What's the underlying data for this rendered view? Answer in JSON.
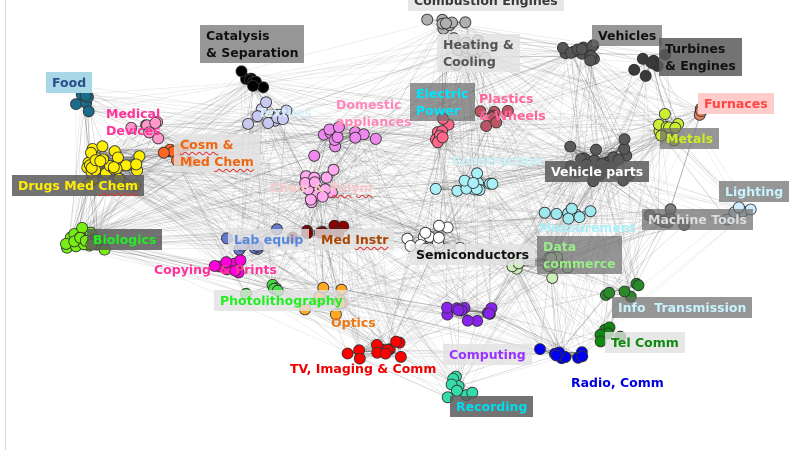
{
  "title": "Technology network clusters",
  "colors": {
    "edge": "#555555",
    "node_stroke": "#333333"
  },
  "clusters": [
    {
      "id": "combustion",
      "label": "Combustion Engines",
      "text_color": "#3a3a3a",
      "box": "light",
      "node_color": "#b0b0b0",
      "count": 8
    },
    {
      "id": "catalysis",
      "label": "Catalysis\n& Separation",
      "text_color": "#111111",
      "box": "mid",
      "node_color": "#000000",
      "count": 9
    },
    {
      "id": "heating",
      "label": "Heating &\nCooling",
      "text_color": "#555555",
      "box": "light",
      "node_color": "#bdbdbd",
      "count": 10
    },
    {
      "id": "vehicles",
      "label": "Vehicles",
      "text_color": "#111111",
      "box": "mid",
      "node_color": "#555555",
      "count": 14
    },
    {
      "id": "turbines",
      "label": "Turbines\n& Engines",
      "text_color": "#111111",
      "box": "dark",
      "node_color": "#3a3a3a",
      "count": 8
    },
    {
      "id": "food",
      "label": "Food",
      "text_color": "#2a4e8a",
      "box": "food",
      "node_color": "#1b6c8a",
      "count": 7
    },
    {
      "id": "medical_devices",
      "label": "Medical\nDevices",
      "text_color": "#ff3399",
      "box": "none",
      "node_color": "#ff99cc",
      "count": 7
    },
    {
      "id": "textiles",
      "label": "Textiles",
      "text_color": "#d8f0f8",
      "box": "none",
      "node_color": "#c8c8f0",
      "count": 10
    },
    {
      "id": "domestic",
      "label": "Domestic\nappliances",
      "text_color": "#ff88bb",
      "box": "none",
      "node_color": "#ee88ee",
      "count": 12
    },
    {
      "id": "electric",
      "label": "Electric\nPower",
      "text_color": "#00e5ff",
      "box": "mid",
      "node_color": "#ff6688",
      "count": 8
    },
    {
      "id": "plastics",
      "label": "Plastics\n& Wheels",
      "text_color": "#ff6699",
      "box": "none",
      "node_color": "#bb5566",
      "count": 7
    },
    {
      "id": "furnaces",
      "label": "Furnaces",
      "text_color": "#ff4444",
      "box": "furn",
      "node_color": "#e08060",
      "count": 5
    },
    {
      "id": "metals",
      "label": "Metals",
      "text_color": "#ccee22",
      "box": "mid",
      "node_color": "#ccee33",
      "count": 10
    },
    {
      "id": "cosm",
      "label": "Cosm &\nMed Chem",
      "text_color": "#ee6611",
      "box": "light",
      "node_color": "#ff6622",
      "count": 9,
      "squiggle_words": [
        "Cosm",
        "Chem"
      ]
    },
    {
      "id": "drugs",
      "label": "Drugs Med Chem",
      "text_color": "#ffee00",
      "box": "dark",
      "node_color": "#ffee00",
      "count": 30,
      "squiggle_words": [
        "Chem"
      ]
    },
    {
      "id": "construction",
      "label": "Construction",
      "text_color": "#c8f4f8",
      "box": "none",
      "node_color": "#aaf0f8",
      "count": 12
    },
    {
      "id": "vehicle_parts",
      "label": "Vehicle parts",
      "text_color": "#ffffff",
      "box": "dark",
      "node_color": "#5a5a5a",
      "count": 30
    },
    {
      "id": "chem_polym",
      "label": "Chem & Polym",
      "text_color": "#f8c8c8",
      "box": "none",
      "node_color": "#ffaaee",
      "count": 18,
      "squiggle_words": [
        "Polym"
      ]
    },
    {
      "id": "lighting",
      "label": "Lighting",
      "text_color": "#c8f4ff",
      "box": "mid",
      "node_color": "#d0ecff",
      "count": 5
    },
    {
      "id": "biologics",
      "label": "Biologics",
      "text_color": "#22ee22",
      "box": "dark",
      "node_color": "#77ee11",
      "count": 26
    },
    {
      "id": "measurement",
      "label": "Measurement",
      "text_color": "#aaf0f8",
      "box": "none",
      "node_color": "#a0e8f0",
      "count": 8
    },
    {
      "id": "machine_tools",
      "label": "Machine Tools",
      "text_color": "#dddddd",
      "box": "mid",
      "node_color": "#808080",
      "count": 8
    },
    {
      "id": "lab_equip",
      "label": "Lab equip",
      "text_color": "#5588dd",
      "box": "light",
      "node_color": "#6677cc",
      "count": 8
    },
    {
      "id": "med_instr",
      "label": "Med Instr",
      "text_color": "#aa4400",
      "box": "light",
      "node_color": "#880000",
      "count": 9,
      "squiggle_words": [
        "Instr"
      ]
    },
    {
      "id": "semiconductors",
      "label": "Semiconductors",
      "text_color": "#111111",
      "box": "light",
      "node_color": "#ffffff",
      "count": 14
    },
    {
      "id": "data_commerce",
      "label": "Data\ncommerce",
      "text_color": "#99ee88",
      "box": "mid",
      "node_color": "#ccf0b8",
      "count": 14
    },
    {
      "id": "copying",
      "label": "Copying  & Prints",
      "text_color": "#ff3399",
      "box": "none",
      "node_color": "#ff00dd",
      "count": 8
    },
    {
      "id": "photolithography",
      "label": "Photolithography",
      "text_color": "#22ee22",
      "box": "light",
      "node_color": "#44dd44",
      "count": 5
    },
    {
      "id": "info_transmission",
      "label": "Info  Transmission",
      "text_color": "#c8f4ff",
      "box": "mid",
      "node_color": "#2a8a2a",
      "count": 6
    },
    {
      "id": "optics",
      "label": "Optics",
      "text_color": "#ee7711",
      "box": "none",
      "node_color": "#ffaa22",
      "count": 9
    },
    {
      "id": "tel_comm",
      "label": "Tel Comm",
      "text_color": "#118811",
      "box": "light",
      "node_color": "#118811",
      "count": 6
    },
    {
      "id": "computing",
      "label": "Computing",
      "text_color": "#9933ff",
      "box": "light",
      "node_color": "#8822ee",
      "count": 12
    },
    {
      "id": "tv_imaging",
      "label": "TV, Imaging & Comm",
      "text_color": "#ee0000",
      "box": "none",
      "node_color": "#ff0000",
      "count": 12
    },
    {
      "id": "radio",
      "label": "Radio, Comm",
      "text_color": "#0000dd",
      "box": "none",
      "node_color": "#0000ee",
      "count": 12
    },
    {
      "id": "recording",
      "label": "Recording",
      "text_color": "#00ddee",
      "box": "dark",
      "node_color": "#33ddaa",
      "count": 8
    }
  ]
}
